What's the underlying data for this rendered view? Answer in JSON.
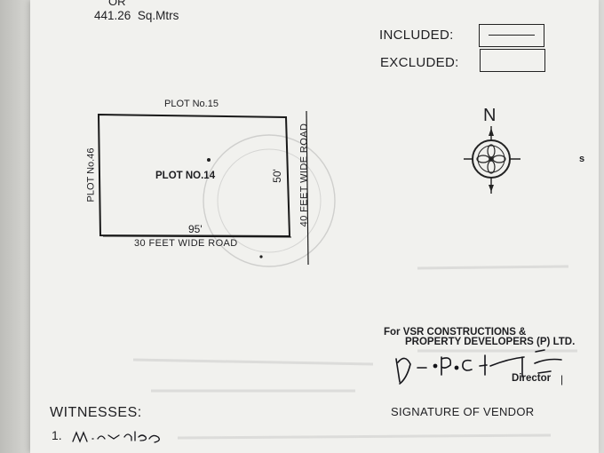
{
  "area": {
    "or_text": "OR",
    "value": "441.26",
    "unit": "Sq.Mtrs"
  },
  "legend": {
    "included_label": "INCLUDED:",
    "excluded_label": "EXCLUDED:"
  },
  "plan": {
    "top_label": "PLOT No.15",
    "left_label": "PLOT No.46",
    "center_label": "PLOT NO.14",
    "right_dimension": "50'",
    "right_road": "40 FEET WIDE ROAD",
    "bottom_dimension": "95'",
    "bottom_road": "30 FEET WIDE ROAD"
  },
  "compass": {
    "north_label": "N",
    "edge_mark": "s"
  },
  "vendor": {
    "company_line1": "For VSR CONSTRUCTIONS &",
    "company_line2": "PROPERTY DEVELOPERS (P) LTD.",
    "designation": "Director",
    "signature_caption": "SIGNATURE OF VENDOR"
  },
  "witnesses": {
    "heading": "WITNESSES:",
    "item1_number": "1."
  }
}
